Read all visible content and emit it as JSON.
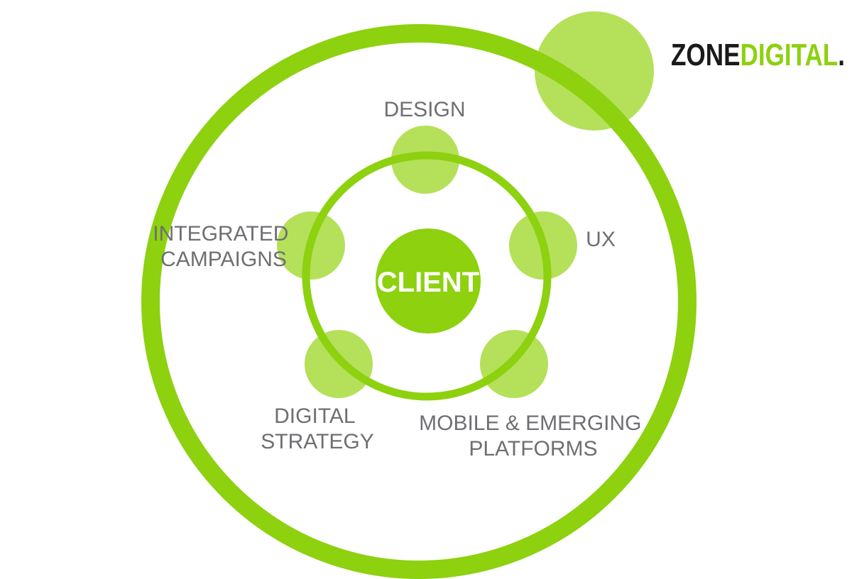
{
  "logo": {
    "part1": "ZONE",
    "part2": "DIGITAL",
    "dot": "."
  },
  "center": {
    "label": "CLIENT"
  },
  "services": [
    {
      "id": "design",
      "lines": [
        "DESIGN"
      ]
    },
    {
      "id": "ux",
      "lines": [
        "UX"
      ]
    },
    {
      "id": "mobile",
      "lines": [
        "MOBILE & EMERGING",
        "PLATFORMS"
      ]
    },
    {
      "id": "digital-strategy",
      "lines": [
        "DIGITAL",
        "STRATEGY"
      ]
    },
    {
      "id": "integrated-campaigns",
      "lines": [
        "INTEGRATED",
        "CAMPAIGNS"
      ]
    }
  ],
  "colors": {
    "ring": "#8dd10f",
    "node": "#b5e05a",
    "center": "#8dd10f",
    "label": "#6f6f73",
    "logo_dark": "#1a1a1a",
    "logo_green": "#8dd10f"
  }
}
